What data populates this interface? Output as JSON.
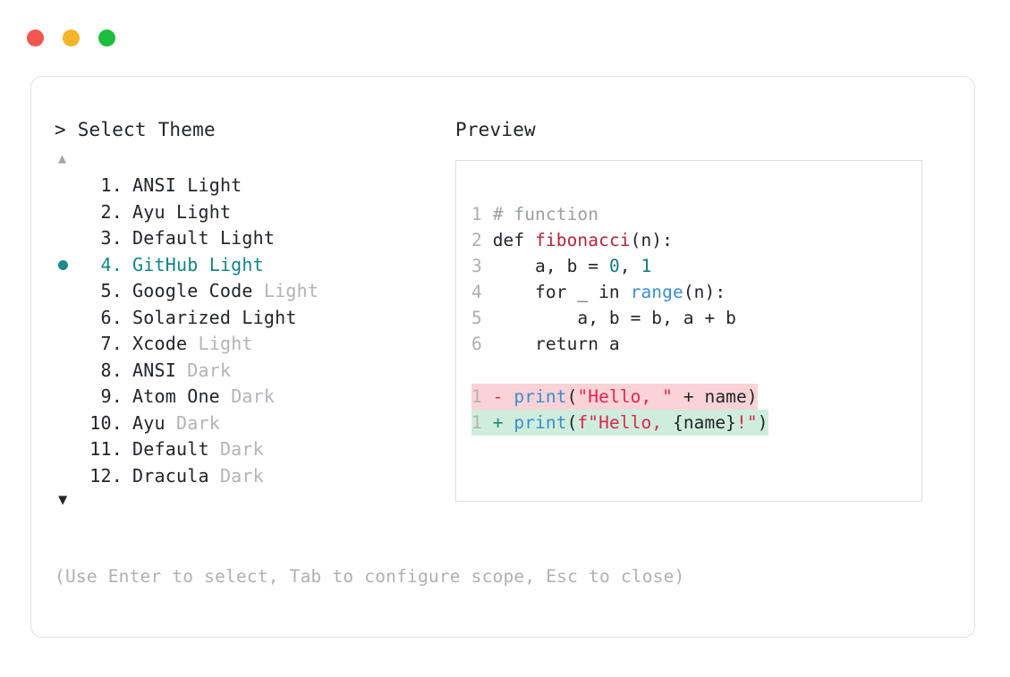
{
  "window": {
    "traffic_lights": [
      {
        "name": "close",
        "color": "#f2564f"
      },
      {
        "name": "minimize",
        "color": "#f5b52a"
      },
      {
        "name": "maximize",
        "color": "#1fbd3c"
      }
    ]
  },
  "panel": {
    "prompt_caret": ">",
    "prompt_title": "Select Theme",
    "scroll_up_glyph": "▲",
    "scroll_down_glyph": "▼",
    "selected_index": 4,
    "selected_color": "#138585",
    "themes": [
      {
        "number": "1.",
        "name": "ANSI",
        "suffix": "Light",
        "suffix_dim": false,
        "selected": false
      },
      {
        "number": "2.",
        "name": "Ayu",
        "suffix": "Light",
        "suffix_dim": false,
        "selected": false
      },
      {
        "number": "3.",
        "name": "Default",
        "suffix": "Light",
        "suffix_dim": false,
        "selected": false
      },
      {
        "number": "4.",
        "name": "GitHub",
        "suffix": "Light",
        "suffix_dim": false,
        "selected": true
      },
      {
        "number": "5.",
        "name": "Google Code",
        "suffix": "Light",
        "suffix_dim": true,
        "selected": false
      },
      {
        "number": "6.",
        "name": "Solarized",
        "suffix": "Light",
        "suffix_dim": false,
        "selected": false
      },
      {
        "number": "7.",
        "name": "Xcode",
        "suffix": "Light",
        "suffix_dim": true,
        "selected": false
      },
      {
        "number": "8.",
        "name": "ANSI",
        "suffix": "Dark",
        "suffix_dim": true,
        "selected": false
      },
      {
        "number": "9.",
        "name": "Atom One",
        "suffix": "Dark",
        "suffix_dim": true,
        "selected": false
      },
      {
        "number": "10.",
        "name": "Ayu",
        "suffix": "Dark",
        "suffix_dim": true,
        "selected": false
      },
      {
        "number": "11.",
        "name": "Default",
        "suffix": "Dark",
        "suffix_dim": true,
        "selected": false
      },
      {
        "number": "12.",
        "name": "Dracula",
        "suffix": "Dark",
        "suffix_dim": true,
        "selected": false
      }
    ],
    "footer_hint": "(Use Enter to select, Tab to configure scope, Esc to close)"
  },
  "preview": {
    "title": "Preview",
    "code_lines": [
      {
        "gutter": "1",
        "tokens": [
          {
            "t": "# function",
            "c": "tok-comment"
          }
        ]
      },
      {
        "gutter": "2",
        "tokens": [
          {
            "t": "def ",
            "c": "tok-kw"
          },
          {
            "t": "fibonacci",
            "c": "tok-fname"
          },
          {
            "t": "(n):",
            "c": "tok-punct"
          }
        ]
      },
      {
        "gutter": "3",
        "tokens": [
          {
            "t": "    a, b = ",
            "c": "tok-plain"
          },
          {
            "t": "0",
            "c": "tok-num"
          },
          {
            "t": ", ",
            "c": "tok-plain"
          },
          {
            "t": "1",
            "c": "tok-num"
          }
        ]
      },
      {
        "gutter": "4",
        "tokens": [
          {
            "t": "    for _ in ",
            "c": "tok-plain"
          },
          {
            "t": "range",
            "c": "tok-builtin"
          },
          {
            "t": "(n):",
            "c": "tok-punct"
          }
        ]
      },
      {
        "gutter": "5",
        "tokens": [
          {
            "t": "        a, b = b, a + b",
            "c": "tok-plain"
          }
        ]
      },
      {
        "gutter": "6",
        "tokens": [
          {
            "t": "    return a",
            "c": "tok-plain"
          }
        ]
      }
    ],
    "diff_lines": [
      {
        "kind": "minus",
        "gutter": "1",
        "sign": "-",
        "bg": "#fbd3d7",
        "tokens": [
          {
            "t": "print",
            "c": "tok-builtin"
          },
          {
            "t": "(",
            "c": "tok-punct"
          },
          {
            "t": "\"Hello, \"",
            "c": "tok-str"
          },
          {
            "t": " + name",
            "c": "tok-plain"
          },
          {
            "t": ")",
            "c": "tok-punct"
          }
        ]
      },
      {
        "kind": "plus",
        "gutter": "1",
        "sign": "+",
        "bg": "#cfeddd",
        "tokens": [
          {
            "t": "print",
            "c": "tok-builtin"
          },
          {
            "t": "(",
            "c": "tok-punct"
          },
          {
            "t": "f\"Hello, ",
            "c": "tok-str"
          },
          {
            "t": "{name}",
            "c": "tok-plain"
          },
          {
            "t": "!\"",
            "c": "tok-str"
          },
          {
            "t": ")",
            "c": "tok-punct"
          }
        ]
      }
    ]
  }
}
